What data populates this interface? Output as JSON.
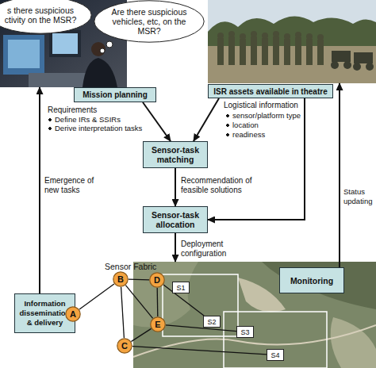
{
  "diagram": {
    "nodes": [
      {
        "text": [
          "Mission planning"
        ]
      },
      {
        "text": [
          "s there suspicious ctivity on the MSR?"
        ],
        "in": 0
      },
      {
        "text": [
          "Are there suspicious vehicles, etc, on the MSR?"
        ]
      },
      {
        "text": [
          "ISR assets available in theatre"
        ]
      },
      {
        "text": [
          "Sensor-task matching"
        ]
      },
      {
        "text": [
          "Sensor-task allocation"
        ]
      },
      {
        "text": [
          "Monitoring"
        ]
      },
      {
        "text": [
          "Information dissemination & delivery"
        ]
      },
      {
        "text": [
          "A"
        ]
      },
      {
        "text": [
          "B"
        ]
      },
      {
        "text": [
          "C"
        ]
      },
      {
        "text": [
          "D"
        ]
      },
      {
        "text": [
          "E"
        ]
      },
      {
        "text": [
          "S1"
        ]
      },
      {
        "text": [
          "S2"
        ]
      },
      {
        "text": [
          "S3"
        ]
      },
      {
        "text": [
          "S4"
        ]
      }
    ],
    "edges": [
      {
        "from": 0,
        "to": 4,
        "arrow": "to",
        "label": "Requirements"
      },
      {
        "from": 3,
        "to": 4,
        "arrow": "to"
      },
      {
        "from": 3,
        "to": 5,
        "arrow": "to",
        "label": "Logistical information"
      },
      {
        "from": 4,
        "to": 5,
        "arrow": "to",
        "label": "Recommendation of feasible solutions"
      },
      {
        "from": 6,
        "to": 3,
        "arrow": "to",
        "label": "Status updating"
      },
      {
        "from": 7,
        "to": 0,
        "arrow": "to",
        "label": "Emergence of new tasks"
      },
      {
        "from": 8,
        "to": 9,
        "arrow": "none"
      },
      {
        "from": 9,
        "to": 11,
        "arrow": "none"
      },
      {
        "from": 9,
        "to": 12,
        "arrow": "none"
      },
      {
        "from": 9,
        "to": 10,
        "arrow": "none"
      },
      {
        "from": 11,
        "to": 12,
        "arrow": "none"
      },
      {
        "from": 10,
        "to": 12,
        "arrow": "none"
      },
      {
        "from": 11,
        "to": 14,
        "arrow": "none"
      },
      {
        "from": 12,
        "to": 15,
        "arrow": "none"
      },
      {
        "from": 10,
        "to": 16,
        "arrow": "none"
      }
    ],
    "labels": [
      "Define IRs & SSIRs",
      "Derive interpretation tasks",
      "sensor/platform type",
      "location",
      "readiness",
      "Deployment configuration",
      "Sensor Fabric"
    ]
  }
}
